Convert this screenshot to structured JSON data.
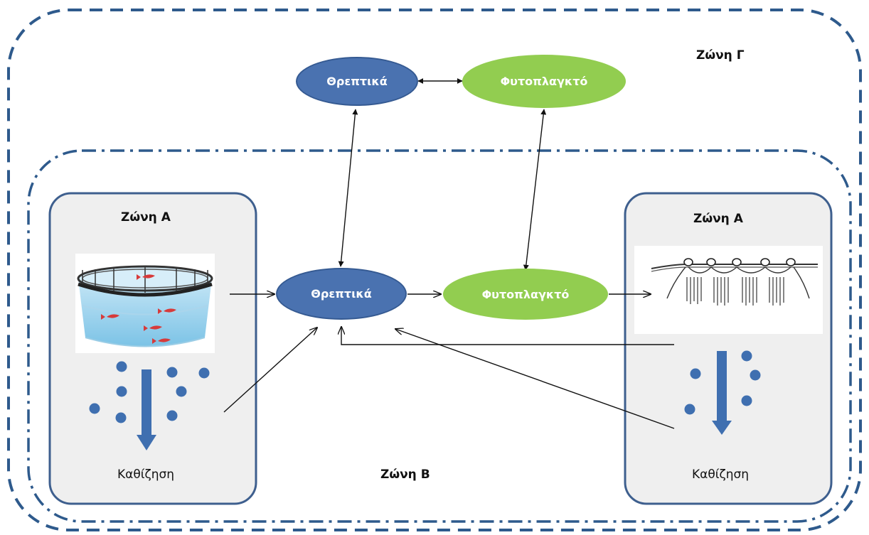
{
  "zones": {
    "gamma": "Ζώνη Γ",
    "beta": "Ζώνη Β",
    "alpha_left": "Ζώνη Α",
    "alpha_right": "Ζώνη Α"
  },
  "nodes": {
    "nutrients_top": "Θρεπτικά",
    "phyto_top": "Φυτοπλαγκτό",
    "nutrients_mid": "Θρεπτικά",
    "phyto_mid": "Φυτοπλαγκτό"
  },
  "settling_left": "Καθίζηση",
  "settling_right": "Καθίζηση",
  "colors": {
    "nutrient_fill": "#4a72b0",
    "phyto_fill": "#92cd50",
    "dashes": "#2e5a8c",
    "zone_a_fill": "#efefef",
    "zone_a_stroke": "#3e5f8e",
    "particle": "#3f6fb0"
  },
  "icons": {
    "left_image": "fish-cage-icon",
    "right_image": "mussel-longline-icon",
    "settling_arrow": "down-arrow-icon"
  }
}
